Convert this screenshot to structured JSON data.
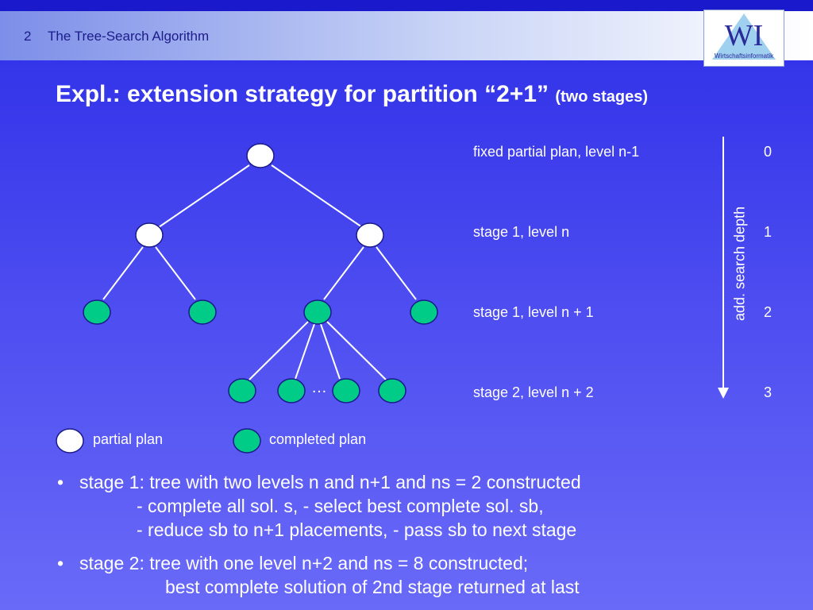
{
  "header": {
    "slide_number": "2",
    "section_title": "The Tree-Search Algorithm"
  },
  "logo": {
    "text": "WI",
    "subtext": "Wirtschaftsinformatik"
  },
  "title": {
    "main": "Expl.: extension strategy for partition “2+1”",
    "sub": "(two stages)"
  },
  "levels": [
    {
      "label": "fixed partial plan, level n-1",
      "depth": "0"
    },
    {
      "label": "stage 1, level n",
      "depth": "1"
    },
    {
      "label": "stage 1, level n + 1",
      "depth": "2"
    },
    {
      "label": "stage 2, level n + 2",
      "depth": "3"
    }
  ],
  "depth_axis_label": "add. search depth",
  "ellipsis": "…",
  "legend": {
    "partial": "partial plan",
    "completed": "completed plan"
  },
  "bullets": [
    {
      "marker": "•",
      "line1": "stage 1: tree with two levels n and n+1 and ns = 2 constructed",
      "line2": "- complete all sol. s,  - select best complete sol. sb,",
      "line3": "- reduce sb to n+1 placements, - pass sb to next stage"
    },
    {
      "marker": "•",
      "line1": "stage 2: tree with one level n+2 and ns = 8 constructed;",
      "line2": "best complete solution of 2nd stage returned at last"
    }
  ],
  "colors": {
    "background_top": "#2e2ee8",
    "background_bottom": "#6a6af8",
    "completed_node": "#00cc88",
    "partial_node": "#ffffff",
    "logo_accent": "#2a2a9a"
  }
}
